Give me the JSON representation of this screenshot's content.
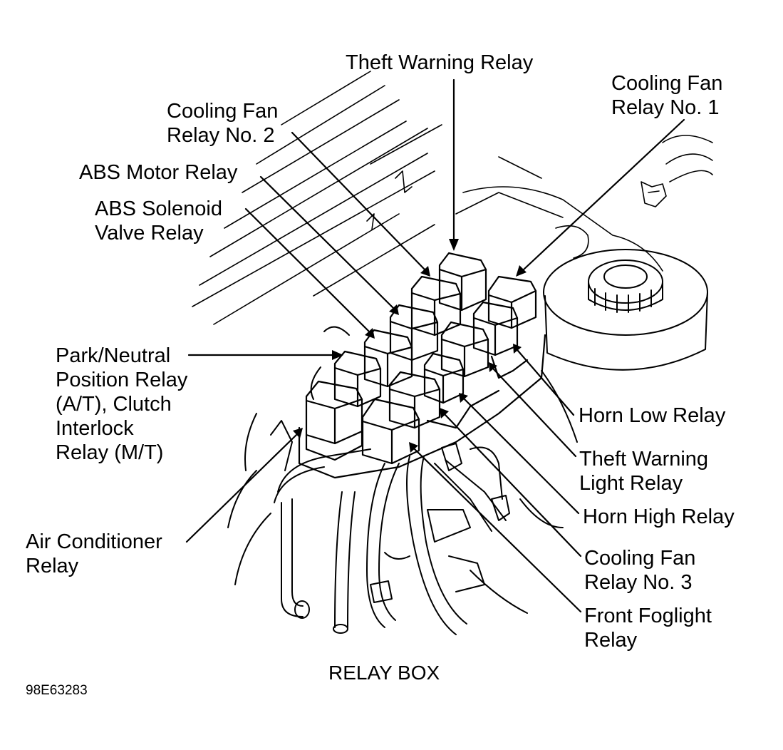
{
  "labels": {
    "theft_warning_relay": [
      "Theft Warning Relay"
    ],
    "cooling_fan_relay_1": [
      "Cooling Fan",
      "Relay No. 1"
    ],
    "cooling_fan_relay_2": [
      "Cooling Fan",
      "Relay No. 2"
    ],
    "abs_motor_relay": [
      "ABS Motor Relay"
    ],
    "abs_solenoid_valve_relay": [
      "ABS Solenoid",
      "Valve Relay"
    ],
    "park_neutral_position_relay": [
      "Park/Neutral",
      "Position Relay",
      "(A/T), Clutch",
      "Interlock",
      "Relay (M/T)"
    ],
    "air_conditioner_relay": [
      "Air Conditioner",
      "Relay"
    ],
    "horn_low_relay": [
      "Horn Low Relay"
    ],
    "theft_warning_light_relay": [
      "Theft Warning",
      "Light Relay"
    ],
    "horn_high_relay": [
      "Horn High Relay"
    ],
    "cooling_fan_relay_3": [
      "Cooling Fan",
      "Relay No. 3"
    ],
    "front_foglight_relay": [
      "Front Foglight",
      "Relay"
    ]
  },
  "caption": "RELAY BOX",
  "figure_id": "98E63283",
  "colors": {
    "ink": "#000000",
    "paper": "#ffffff"
  }
}
